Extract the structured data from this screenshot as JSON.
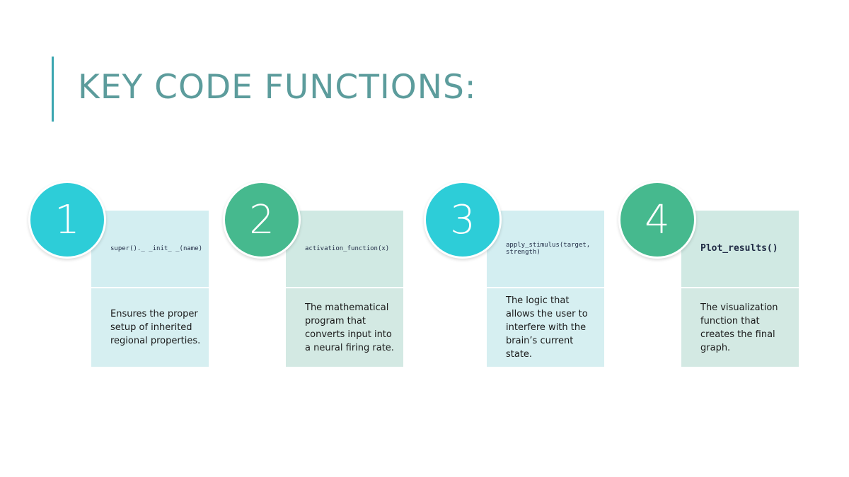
{
  "slide": {
    "title": "KEY CODE FUNCTIONS:"
  },
  "steps": [
    {
      "number": "1",
      "code": "super()._ _init_ _(name)",
      "description": "Ensures the proper setup of inherited regional properties."
    },
    {
      "number": "2",
      "code": "activation_function(x)",
      "description": "The mathematical program that converts input into a neural firing rate."
    },
    {
      "number": "3",
      "code": "apply_stimulus(target, strength)",
      "description": "The logic that allows the user to interfere with the brain’s current state."
    },
    {
      "number": "4",
      "code": "Plot_results()",
      "description": "The visualization function that creates the final graph."
    }
  ],
  "colors": {
    "title": "#5c9c9c",
    "accent_bar": "#3aa6b0",
    "circle_blue": "#2dcdd8",
    "circle_green": "#46b98e",
    "card_blue": "#d3eef1",
    "card_green": "#d0e9e3"
  }
}
